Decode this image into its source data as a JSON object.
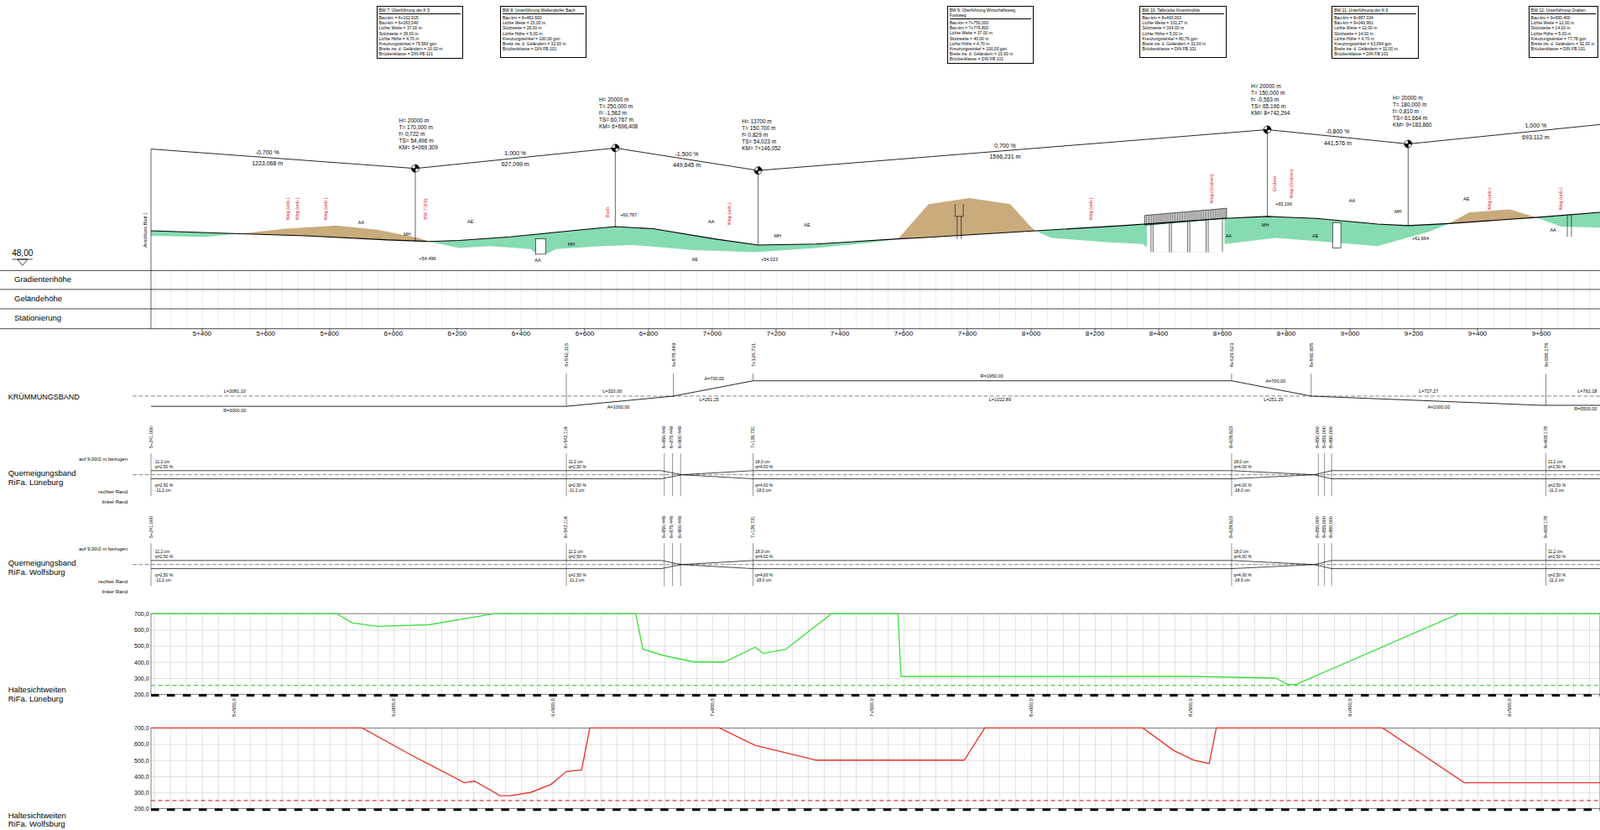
{
  "diagram": {
    "nodes": [
      {
        "text": [
          "BW 7: Überführung der K 5",
          "Bau-km = 6+102,915",
          "Bau-km = 6+063,540",
          "Lichte Weite = 37,00 m",
          "Stützweite = 39,00 m",
          "Lichte Höhe = 4,70 m",
          "Kreuzungswinkel = 79,583 gon",
          "Breite zw. d. Geländern = 10,00 m",
          "Brückenklasse = DIN FB 101"
        ]
      },
      {
        "text": [
          "BW 8: Unterführung Wellendorfer Bach",
          "Bau-km = 6+462,600",
          "Lichte Weite = 25,00 m",
          "Stützweite = 28,00 m",
          "Lichte Höhe = 5,00 m",
          "Kreuzungswinkel = 100,00 gon",
          "Breite zw. d. Geländern = 32,00 m",
          "Brückenklasse = DIN FB 101"
        ]
      },
      {
        "text": [
          "BW 9: Überführung Wirtschaftsweg, Fussweg",
          "Bau-km = 7+750,000",
          "Bau-km = 7+776,800",
          "Lichte Weite = 37,00 m",
          "Stützweite = 40,00 m",
          "Lichte Höhe = 4,70 m",
          "Kreuzungswinkel = 100,00 gon",
          "Breite zw. d. Geländern = 10,00 m",
          "Brückenklasse = DIN FB 101"
        ]
      },
      {
        "text": [
          "BW 10: Talbrücke Kroetzmühle",
          "Bau-km = 8+400,000",
          "Lichte Weite = 331,27 m",
          "Stützweite = 334,00 m",
          "Lichte Höhe = 5,00 m",
          "Kreuzungswinkel = 80,76 gon",
          "Breite zw. d. Geländern = 31,00 m",
          "Brückenklasse = DIN FB 101"
        ]
      },
      {
        "text": [
          "BW 11: Unterführung der K 6",
          "Bau-km = 8+997,034",
          "Bau-km = 9+040,961",
          "Lichte Weite = 12,00 m",
          "Stützweite = 14,00 m",
          "Lichte Höhe = 4,70 m",
          "Kreuzungswinkel = 63,094 gon",
          "Breite zw. d. Geländern = 32,00 m",
          "Brückenklasse = DIN FB 101"
        ]
      },
      {
        "text": [
          "BW 12: Unterführung Graben",
          "Bau-km = 9+690,400",
          "Lichte Weite = 12,00 m",
          "Stützweite = 14,00 m",
          "Lichte Höhe = 5,00 m",
          "Kreuzungswinkel = 77,78 gon",
          "Breite zw. d. Geländern = 32,00 m",
          "Brückenklasse = DIN FB 101"
        ]
      }
    ],
    "labels": [
      "H= 20000 m",
      "T= 170,000 m",
      "f= 0,722 m",
      "TS= 54,496 m",
      "KM= 6+069,309",
      "H= 20000 m",
      "T= 250,000 m",
      "f= -1,562 m",
      "TS= 60,767 m",
      "KM= 6+696,408",
      "H= 13700 m",
      "T= 150,700 m",
      "f= 0,829 m",
      "TS= 54,023 m",
      "KM= 7+146,052",
      "H= 20000 m",
      "T= 150,000 m",
      "f= -0,563 m",
      "TS= 65,196 m",
      "KM= 8+742,294",
      "H= 20000 m",
      "T= 180,000 m",
      "f= 0,810 m",
      "TS= 61,664 m",
      "KM= 9+183,860",
      "-0,700 %",
      "1223,068 m",
      "1,000 %",
      "627,099 m",
      "-1,500 %",
      "449,645 m",
      "0,700 %",
      "1596,231 m",
      "-0,800 %",
      "441,576 m",
      "1,000 %",
      "693,112 m",
      "48,00",
      "Anschluss Blatt 1",
      "AA",
      "MH",
      "+54,496",
      "AE",
      "AA",
      "MH",
      "+60,767",
      "AA",
      "AE",
      "MH",
      "+54,023",
      "AE",
      "+65,196",
      "MH",
      "AA",
      "AE",
      "AA",
      "MH",
      "+61,664",
      "AE",
      "AA",
      "Weg (unb.)",
      "Weg (unb.)",
      "Weg (unb.)",
      "BW 7 (K5)",
      "Bach",
      "Weg (unb.)",
      "Weg (unb.)",
      "Weg (Graben)",
      "Graben",
      "Weg (Graben)",
      "Weg (unb.)",
      "Weg (unb.)",
      "Gradientenhöhe",
      "Geländehöhe",
      "Stationierung",
      "5+400",
      "5+600",
      "5+800",
      "6+000",
      "6+200",
      "6+400",
      "6+600",
      "6+800",
      "7+000",
      "7+200",
      "7+400",
      "7+600",
      "7+800",
      "8+000",
      "8+200",
      "8+400",
      "8+600",
      "8+800",
      "9+000",
      "9+200",
      "9+400",
      "9+600",
      "KRÜMMUNGSBAND",
      "L=2081,10",
      "R=3000,00",
      "L=320,00",
      "A=1000,00",
      "A=700,00",
      "L=251,25",
      "R=1950,00",
      "L=1022,89",
      "A=700,00",
      "L=251,25",
      "L=727,27",
      "A=2000,00",
      "L=792,18",
      "R=5500,00",
      "6+542,116",
      "6+878,449",
      "7+126,731",
      "8+629,623",
      "8+860,905",
      "9+608,178",
      "auf 9,00/2 m bezogen",
      "Querneigungsband",
      "RiFa. Lüneburg",
      "rechter Rand",
      "linker Rand",
      "5+241,000",
      "6+542,116",
      "6+850,449",
      "6+875,449",
      "6+900,449",
      "7+126,731",
      "8+629,623",
      "8+850,000",
      "8+855,000",
      "8+860,000",
      "9+608,178",
      "11,2 cm",
      "q=2,50 %",
      "q=2,50 %",
      "-11,2 cm",
      "11,2 cm",
      "q=2,50 %",
      "q=2,50 %",
      "-11,2 cm",
      "18,0 cm",
      "q=4,00 %",
      "q=4,00 %",
      "-18,0 cm",
      "18,0 cm",
      "q=4,00 %",
      "q=4,00 %",
      "-18,0 cm",
      "11,2 cm",
      "q=2,50 %",
      "q=2,50 %",
      "-11,2 cm",
      "auf 9,00/2 m bezogen",
      "Querneigungsband",
      "RiFa. Wolfsburg",
      "rechter Rand",
      "linker Rand",
      "5+241,000",
      "6+542,116",
      "6+850,449",
      "6+875,449",
      "6+900,449",
      "7+126,731",
      "8+629,623",
      "8+850,000",
      "8+855,000",
      "8+860,000",
      "9+608,178",
      "11,2 cm",
      "q=2,50 %",
      "q=2,50 %",
      "-11,2 cm",
      "11,2 cm",
      "q=2,50 %",
      "q=2,50 %",
      "-11,2 cm",
      "18,0 cm",
      "q=4,00 %",
      "q=4,00 %",
      "-18,0 cm",
      "18,0 cm",
      "q=4,00 %",
      "q=4,00 %",
      "-18,0 cm",
      "11,2 cm",
      "q=2,50 %",
      "q=2,50 %",
      "-11,2 cm",
      "700,0",
      "600,0",
      "500,0",
      "400,0",
      "300,0",
      "200,0",
      "5+500,0",
      "6+000,0",
      "6+500,0",
      "7+000,0",
      "7+500,0",
      "8+000,0",
      "8+500,0",
      "9+000,0",
      "9+500,0",
      "Haltesichtweiten",
      "RiFa. Lüneburg",
      "700,0",
      "600,0",
      "500,0",
      "400,0",
      "300,0",
      "200,0",
      "Haltesichtweiten",
      "RiFa. Wolfsburg"
    ]
  }
}
